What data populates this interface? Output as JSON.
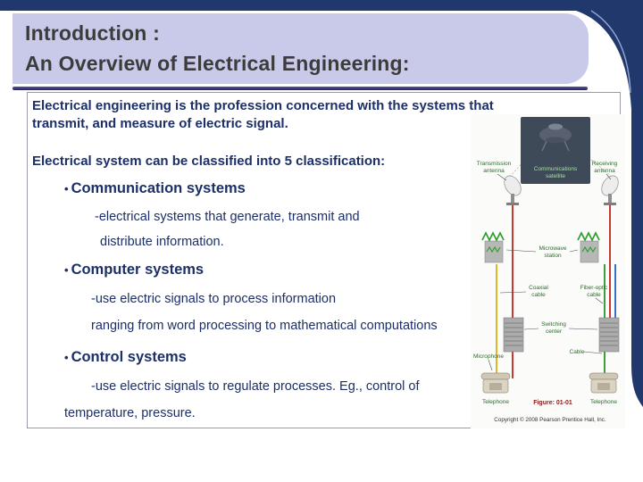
{
  "slide": {
    "title_line1": "Introduction :",
    "title_line2": "An Overview of Electrical Engineering:",
    "p1_line1": "Electrical engineering is the profession concerned with the systems that",
    "p1_line2": "transmit, and measure of electric signal.",
    "p2": "Electrical system can be classified into 5 classification:",
    "bullet_char": "•",
    "bullets": [
      {
        "label": "Communication systems",
        "sub1": "-electrical systems that generate, transmit and",
        "sub2": "distribute information."
      },
      {
        "label": "Computer systems",
        "sub1": "-use electric signals to process information",
        "sub2": "ranging from word processing to mathematical computations"
      },
      {
        "label": "Control systems",
        "sub1": "-use electric signals to regulate processes. Eg., control of",
        "sub2": "temperature, pressure."
      }
    ]
  },
  "figure": {
    "transmission_antenna_1": "Transmission",
    "transmission_antenna_2": "antenna",
    "communications_satellite_1": "Communications",
    "communications_satellite_2": "satellite",
    "receiving_antenna_1": "Receiving",
    "receiving_antenna_2": "antenna",
    "microwave_station_1": "Microwave",
    "microwave_station_2": "station",
    "coaxial_cable_1": "Coaxial",
    "coaxial_cable_2": "cable",
    "fiber_optic_cable_1": "Fiber-optic",
    "fiber_optic_cable_2": "cable",
    "switching_center_1": "Switching",
    "switching_center_2": "center",
    "microphone": "Microphone",
    "cable": "Cable",
    "telephone_left": "Telephone",
    "telephone_right": "Telephone",
    "figure_caption": "Figure: 01-01",
    "copyright": "Copyright © 2008 Pearson Prentice Hall, Inc."
  },
  "colors": {
    "frame_navy": "#20386b",
    "title_lavender": "#c9c9e9",
    "body_text_navy": "#1c2f66",
    "figure_label_green": "#2f6b2f",
    "figure_caption_red": "#8b1a1a"
  }
}
